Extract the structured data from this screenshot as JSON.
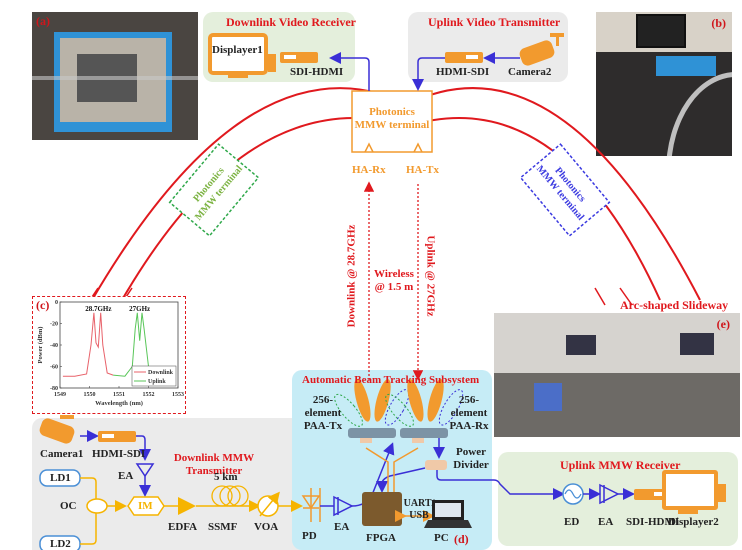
{
  "panels": {
    "a": "(a)",
    "b": "(b)",
    "c": "(c)",
    "d": "(d)",
    "e": "(e)"
  },
  "downlink_video_receiver": {
    "title": "Downlink Video Receiver",
    "displayer": "Displayer1",
    "converter": "SDI-HDMI"
  },
  "uplink_video_transmitter": {
    "title": "Uplink Video Transmitter",
    "converter": "HDMI-SDI",
    "camera": "Camera2"
  },
  "central_terminal": {
    "line1": "Photonics",
    "line2": "MMW terminal",
    "rx_antenna": "HA-Rx",
    "tx_antenna": "HA-Tx"
  },
  "left_terminal": {
    "line1": "Photonics",
    "line2": "MMW terminal"
  },
  "right_terminal": {
    "line1": "Photonics",
    "line2": "MMW terminal"
  },
  "wireless_link": {
    "downlink": "Downlink @ 28.7GHz",
    "uplink": "Uplink @ 27GHz",
    "distance_line1": "Wireless",
    "distance_line2": "@ 1.5 m"
  },
  "slideway_label": "Arc-shaped Slideway",
  "beam_tracking": {
    "title": "Automatic Beam Tracking Subsystem",
    "paa_tx": [
      "256-",
      "element",
      "PAA-Tx"
    ],
    "paa_rx": [
      "256-",
      "element",
      "PAA-Rx"
    ],
    "power_divider": [
      "Power",
      "Divider"
    ],
    "fpga": "FPGA",
    "pc": "PC",
    "link": [
      "UART/",
      "USB"
    ]
  },
  "downlink_transmitter": {
    "title_line1": "Downlink MMW",
    "title_line2": "Transmitter",
    "camera": "Camera1",
    "converter": "HDMI-SDI",
    "ea": "EA",
    "ld1": "LD1",
    "ld2": "LD2",
    "oc": "OC",
    "im": "IM",
    "edfa": "EDFA",
    "ssmf": "SSMF",
    "fiber_length": "5 km",
    "voa": "VOA",
    "pd": "PD",
    "ea2": "EA"
  },
  "uplink_receiver": {
    "title": "Uplink MMW Receiver",
    "ed": "ED",
    "ea": "EA",
    "converter": "SDI-HDMI",
    "displayer": "Displayer2"
  },
  "colors": {
    "accent_red": "#e0191e",
    "orange": "#f29a2e",
    "optical_yellow": "#f6b400",
    "electrical_blue": "#3a2fd6",
    "green_terminal": "#2fa84a",
    "blue_terminal": "#3b3ae0",
    "panel_green": "#e4efdc",
    "panel_grey": "#ebebeb",
    "panel_cyan": "#c6ecf6"
  },
  "chart_data": {
    "type": "line",
    "title": "",
    "xlabel": "Wavelength (nm)",
    "ylabel": "Power (dBm)",
    "xlim": [
      1549,
      1553
    ],
    "ylim": [
      -80,
      0
    ],
    "xticks": [
      1549,
      1550,
      1551,
      1552,
      1553
    ],
    "yticks": [
      0,
      -20,
      -40,
      -60,
      -80
    ],
    "legend": "bottom-right",
    "annotations": [
      "28.7GHz",
      "27GHz"
    ],
    "series": [
      {
        "name": "Downlink",
        "color": "#e8626a",
        "x": [
          1549.1,
          1549.5,
          1549.9,
          1550.05,
          1550.15,
          1550.22,
          1550.3,
          1550.38,
          1550.45,
          1550.6,
          1550.8
        ],
        "y": [
          -69,
          -69,
          -67,
          -40,
          -10,
          -38,
          -42,
          -10,
          -40,
          -66,
          -68
        ]
      },
      {
        "name": "Uplink",
        "color": "#59c659",
        "x": [
          1550.8,
          1551.2,
          1551.45,
          1551.55,
          1551.62,
          1551.7,
          1551.78,
          1551.85,
          1552.0
        ],
        "y": [
          -68,
          -69,
          -60,
          -25,
          -10,
          -36,
          -10,
          -25,
          -60
        ]
      }
    ]
  }
}
